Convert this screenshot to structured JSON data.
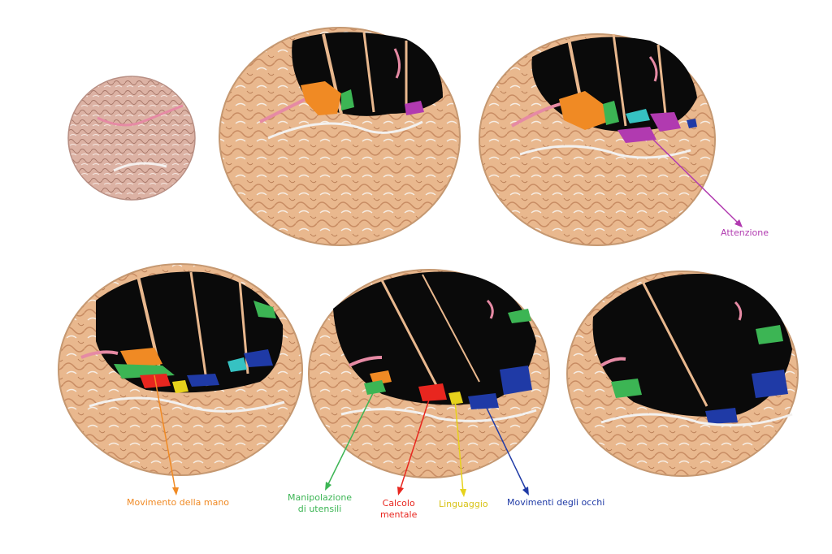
{
  "colors": {
    "attention": "#b13ab0",
    "hand_movement": "#f08a24",
    "tool_manipulation": "#3cb554",
    "mental_calculation": "#e8261f",
    "language": "#e6d21c",
    "eye_movements": "#1f3aa6",
    "cyan_region": "#36c2c2",
    "cortex": "#e9b88e",
    "white_matter": "#0a0a0a",
    "sulci": "#f3f1ef"
  },
  "labels": {
    "attention": "Attenzione",
    "hand_movement": "Movimento della mano",
    "tool_manipulation_line1": "Manipolazione",
    "tool_manipulation_line2": "di utensili",
    "mental_calculation_line1": "Calcolo",
    "mental_calculation_line2": "mentale",
    "language": "Linguaggio",
    "eye_movements": "Movimenti degli occhi"
  }
}
